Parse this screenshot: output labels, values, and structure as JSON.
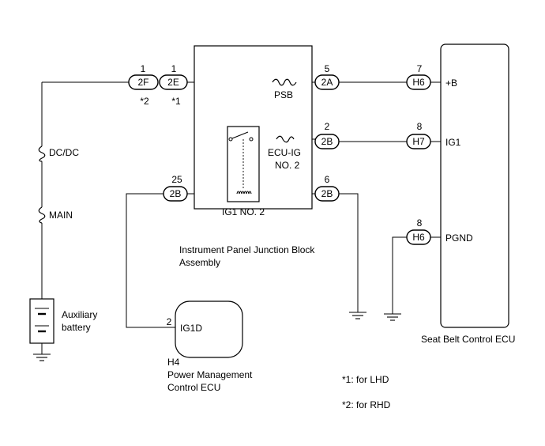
{
  "connectors": [
    {
      "id": "2F",
      "pin": "1",
      "note": "*2"
    },
    {
      "id": "2E",
      "pin": "1",
      "note": "*1"
    },
    {
      "id": "2A",
      "pin": "5"
    },
    {
      "id": "H6",
      "pin": "7"
    },
    {
      "id": "2B",
      "pin": "2"
    },
    {
      "id": "H7",
      "pin": "8"
    },
    {
      "id": "2B",
      "pin": "25"
    },
    {
      "id": "2B",
      "pin": "6"
    },
    {
      "id": "H6",
      "pin": "8"
    }
  ],
  "fuses": {
    "dcdc": "DC/DC",
    "main": "MAIN",
    "psb": "PSB",
    "ecu_ig_1": "ECU-IG",
    "ecu_ig_2": "NO. 2"
  },
  "relay": {
    "label": "IG1 NO. 2"
  },
  "junction_block": {
    "line1": "Instrument Panel Junction Block",
    "line2": "Assembly"
  },
  "battery": {
    "line1": "Auxiliary",
    "line2": "battery"
  },
  "pm_ecu": {
    "pin": "2",
    "terminal": "IG1D",
    "code": "H4",
    "line1": "Power Management",
    "line2": "Control ECU"
  },
  "seat_belt_ecu": {
    "label": "Seat Belt Control ECU",
    "terminals": [
      "+B",
      "IG1",
      "PGND"
    ]
  },
  "notes": [
    "*1: for LHD",
    "*2: for RHD"
  ]
}
